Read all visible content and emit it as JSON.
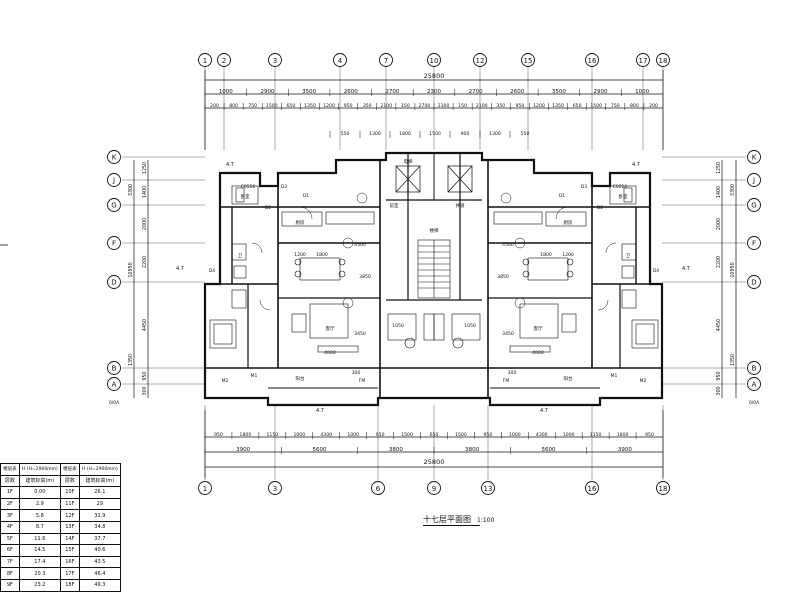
{
  "drawing": {
    "title": "十七层平面图",
    "scale": "1:100"
  },
  "axes": {
    "top": [
      "1",
      "2",
      "3",
      "4",
      "7",
      "10",
      "12",
      "15",
      "16",
      "17",
      "18"
    ],
    "bottom": [
      "1",
      "3",
      "6",
      "9",
      "13",
      "16",
      "18"
    ],
    "left": [
      "K",
      "J",
      "G",
      "F",
      "D",
      "B",
      "A"
    ],
    "right": [
      "K",
      "J",
      "G",
      "F",
      "D",
      "B",
      "A"
    ],
    "corner_tag": "0/0A"
  },
  "dimensions": {
    "top_total": "25800",
    "top_row1": [
      "1000",
      "2900",
      "3500",
      "2600",
      "2700",
      "2300",
      "2700",
      "2600",
      "3500",
      "2900",
      "1000"
    ],
    "top_row2": [
      "200",
      "800",
      "750",
      "1500",
      "650",
      "1350",
      "1200",
      "950",
      "350",
      "2100",
      "150",
      "2700",
      "2300",
      "150",
      "2100",
      "350",
      "950",
      "1200",
      "1350",
      "650",
      "1500",
      "750",
      "800",
      "200"
    ],
    "top_small": [
      "550",
      "1300",
      "1800",
      "1500",
      "900",
      "1300",
      "550"
    ],
    "bottom_row1": [
      "950",
      "1800",
      "1150",
      "1000",
      "4300",
      "1000",
      "950",
      "1500",
      "650",
      "1500",
      "950",
      "1000",
      "4300",
      "1000",
      "1150",
      "1800",
      "950"
    ],
    "bottom_row2": [
      "3900",
      "5600",
      "3800",
      "3800",
      "5600",
      "3900"
    ],
    "bottom_total": "25800",
    "left_side": [
      "1250",
      "1400",
      "2000",
      "2200",
      "4450",
      "950",
      "300"
    ],
    "left_side2": [
      "3300",
      "10950",
      "1350"
    ],
    "right_side": [
      "1250",
      "1400",
      "2000",
      "2200",
      "4450",
      "950",
      "300"
    ],
    "right_side2": [
      "3300",
      "10950",
      "1350"
    ]
  },
  "plan_labels": {
    "elevation": "4.7",
    "window_tags": [
      "C0516",
      "D3",
      "D1",
      "D2",
      "D4",
      "M1",
      "M2",
      "FM"
    ],
    "room_marks": [
      "厨房",
      "卧室",
      "客厅",
      "阳台",
      "卫"
    ],
    "core_labels": [
      "电梯",
      "楼梯",
      "前室",
      "井道"
    ],
    "inner_dims": [
      "4500",
      "3850",
      "1200",
      "1800",
      "4000",
      "3450",
      "1050",
      "300"
    ]
  },
  "level_table": {
    "header_left": [
      "楼层表",
      "H (H=2900mm)"
    ],
    "header_right": [
      "楼层表",
      "H (H=2900mm)"
    ],
    "col_heads": [
      "层数",
      "建筑标高(m)",
      "层数",
      "建筑标高(m)"
    ],
    "rows": [
      [
        "1F",
        "0.00",
        "10F",
        "26.1"
      ],
      [
        "2F",
        "2.9",
        "11F",
        "29"
      ],
      [
        "3F",
        "5.8",
        "12F",
        "31.9"
      ],
      [
        "4F",
        "8.7",
        "13F",
        "34.8"
      ],
      [
        "5F",
        "11.6",
        "14F",
        "37.7"
      ],
      [
        "6F",
        "14.5",
        "15F",
        "40.6"
      ],
      [
        "7F",
        "17.4",
        "16F",
        "43.5"
      ],
      [
        "8F",
        "20.3",
        "17F",
        "46.4"
      ],
      [
        "9F",
        "23.2",
        "18F",
        "49.3"
      ]
    ]
  }
}
